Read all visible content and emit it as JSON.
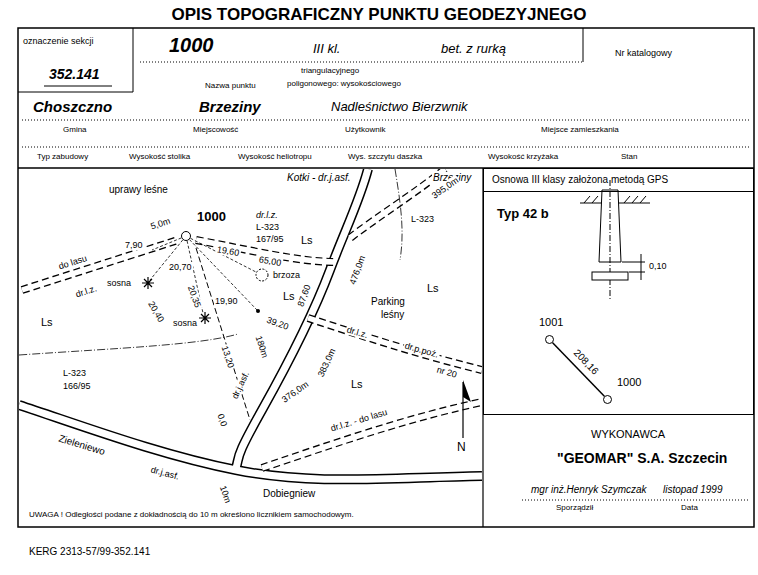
{
  "diagram": {
    "title": "OPIS TOPOGRAFICZNY PUNKTU GEODEZYJNEGO",
    "nodes": [
      {
        "text": [
          "1000"
        ]
      },
      {
        "text": [
          "Osnowa III klasy założona metodą GPS",
          "Typ 42 b"
        ]
      },
      {
        "text": [
          "1001"
        ],
        "in": 1
      },
      {
        "text": [
          "1000"
        ],
        "in": 1
      }
    ],
    "edges": [
      {
        "from": 2,
        "to": 3,
        "arrow": "none",
        "label": "208,16"
      }
    ],
    "labels": [
      "oznaczenie sekcji",
      "352.141",
      "1000",
      "III kl.",
      "bet. z rurką",
      "Nr katalogowy",
      "triangulacyjnego",
      "Nazwa punktu",
      "poligonowego: wysokościowego",
      "Choszczno",
      "Brzeziny",
      "Nadleśnictwo Bierzwnik",
      "Gmina",
      "Miejscowość",
      "Użytkownik",
      "Miejsce zamieszkania",
      "Typ zabudowy",
      "Wysokość stolika",
      "Wysokość heliotropu",
      "Wys. szczytu daszka",
      "Wysokość krzyżaka",
      "Stan",
      "uprawy leśne",
      "do lasu",
      "dr.l.z.",
      "7,90",
      "5,0m",
      "19,60",
      "dr.l.z.",
      "L-323",
      "167/95",
      "65,00",
      "brzoza",
      "20,70",
      "sosna",
      "20,40",
      "20,35",
      "19,90",
      "sosna",
      "Ls",
      "13,20",
      "180m",
      "0,0",
      "39,20",
      "L-323",
      "166/95",
      "Kotki - dr.j.asf.",
      "Brzeziny",
      "395,0m",
      "L-323",
      "Ls",
      "476,0m",
      "87,60",
      "Ls",
      "Parking",
      "leśny",
      "Ls",
      "383,0m",
      "dr.l.z.",
      "dr.p.poż.",
      "nr 20",
      "Ls",
      "376,0m",
      "dr.j.asf.",
      "dr.l.z. - do lasu",
      "Zieleniewo",
      "dr.j.asf.",
      "10m",
      "Dobiegniew",
      "N",
      "UWAGA ! Odległości podane z dokładnością do 10 m określono licznikiem samochodowym.",
      "0,10",
      "WYKONAWCA",
      "\"GEOMAR\" S.A. Szczecin",
      "mgr inż.Henryk Szymczak",
      "listopad 1999",
      "Sporządził",
      "Data",
      "KERG 2313-57/99-352.141"
    ]
  }
}
